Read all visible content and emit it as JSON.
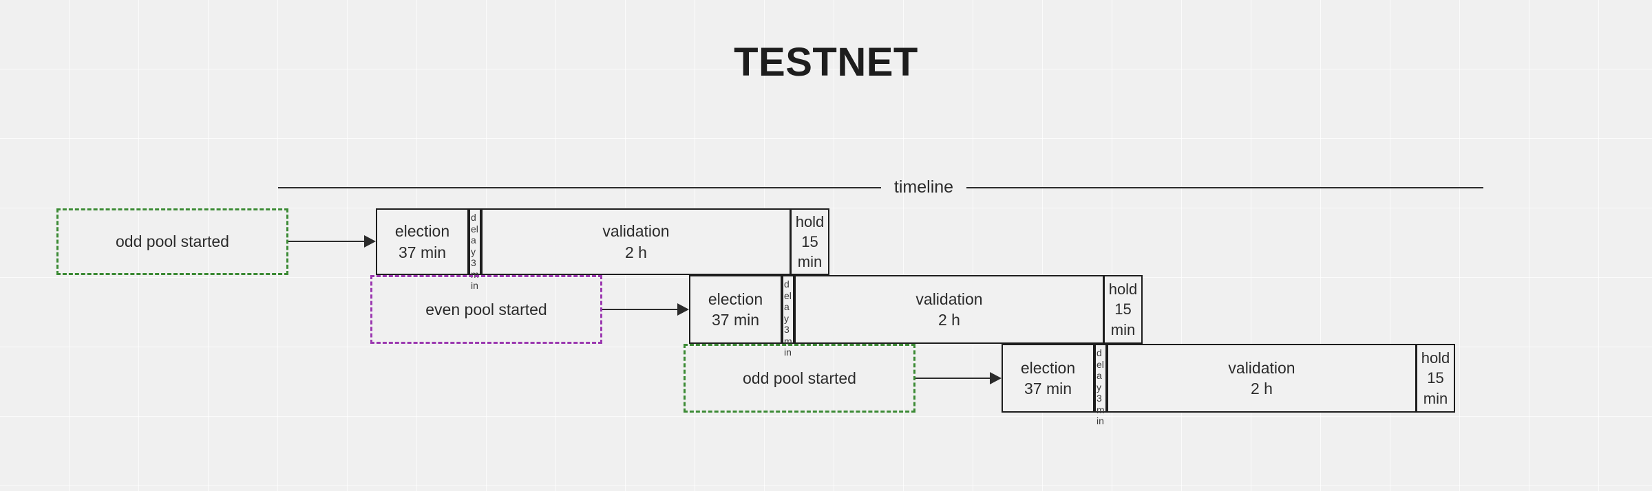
{
  "title": "TESTNET",
  "timeline": {
    "label": "timeline"
  },
  "colors": {
    "background": "#f0f0f0",
    "box_border": "#1d1d1d",
    "text": "#2b2b2b",
    "odd_pool_dash": "#3b8a34",
    "even_pool_dash": "#9b38b0",
    "arrow": "#2b2b2b"
  },
  "annotations": [
    {
      "id": "odd-pool-started-1",
      "label": "odd pool started",
      "color": "green"
    },
    {
      "id": "even-pool-started-1",
      "label": "even pool started",
      "color": "purple"
    },
    {
      "id": "odd-pool-started-2",
      "label": "odd pool started",
      "color": "green"
    }
  ],
  "rows": [
    {
      "id": "row-1",
      "phases": [
        {
          "name": "election",
          "line1": "election",
          "line2": "37 min",
          "duration": "37 min"
        },
        {
          "name": "delay",
          "line1": "delay 3 min",
          "line2": "",
          "duration": "3 min",
          "narrow": true
        },
        {
          "name": "validation",
          "line1": "validation",
          "line2": "2 h",
          "duration": "2 h"
        },
        {
          "name": "hold",
          "line1": "hold",
          "line2": "15",
          "line3": "min",
          "duration": "15 min"
        }
      ]
    },
    {
      "id": "row-2",
      "phases": [
        {
          "name": "election",
          "line1": "election",
          "line2": "37 min",
          "duration": "37 min"
        },
        {
          "name": "delay",
          "line1": "delay 3 min",
          "line2": "",
          "duration": "3 min",
          "narrow": true
        },
        {
          "name": "validation",
          "line1": "validation",
          "line2": "2 h",
          "duration": "2 h"
        },
        {
          "name": "hold",
          "line1": "hold",
          "line2": "15",
          "line3": "min",
          "duration": "15 min"
        }
      ]
    },
    {
      "id": "row-3",
      "phases": [
        {
          "name": "election",
          "line1": "election",
          "line2": "37 min",
          "duration": "37 min"
        },
        {
          "name": "delay",
          "line1": "delay 3 min",
          "line2": "",
          "duration": "3 min",
          "narrow": true
        },
        {
          "name": "validation",
          "line1": "validation",
          "line2": "2 h",
          "duration": "2 h"
        },
        {
          "name": "hold",
          "line1": "hold",
          "line2": "15",
          "line3": "min",
          "duration": "15 min"
        }
      ]
    }
  ]
}
